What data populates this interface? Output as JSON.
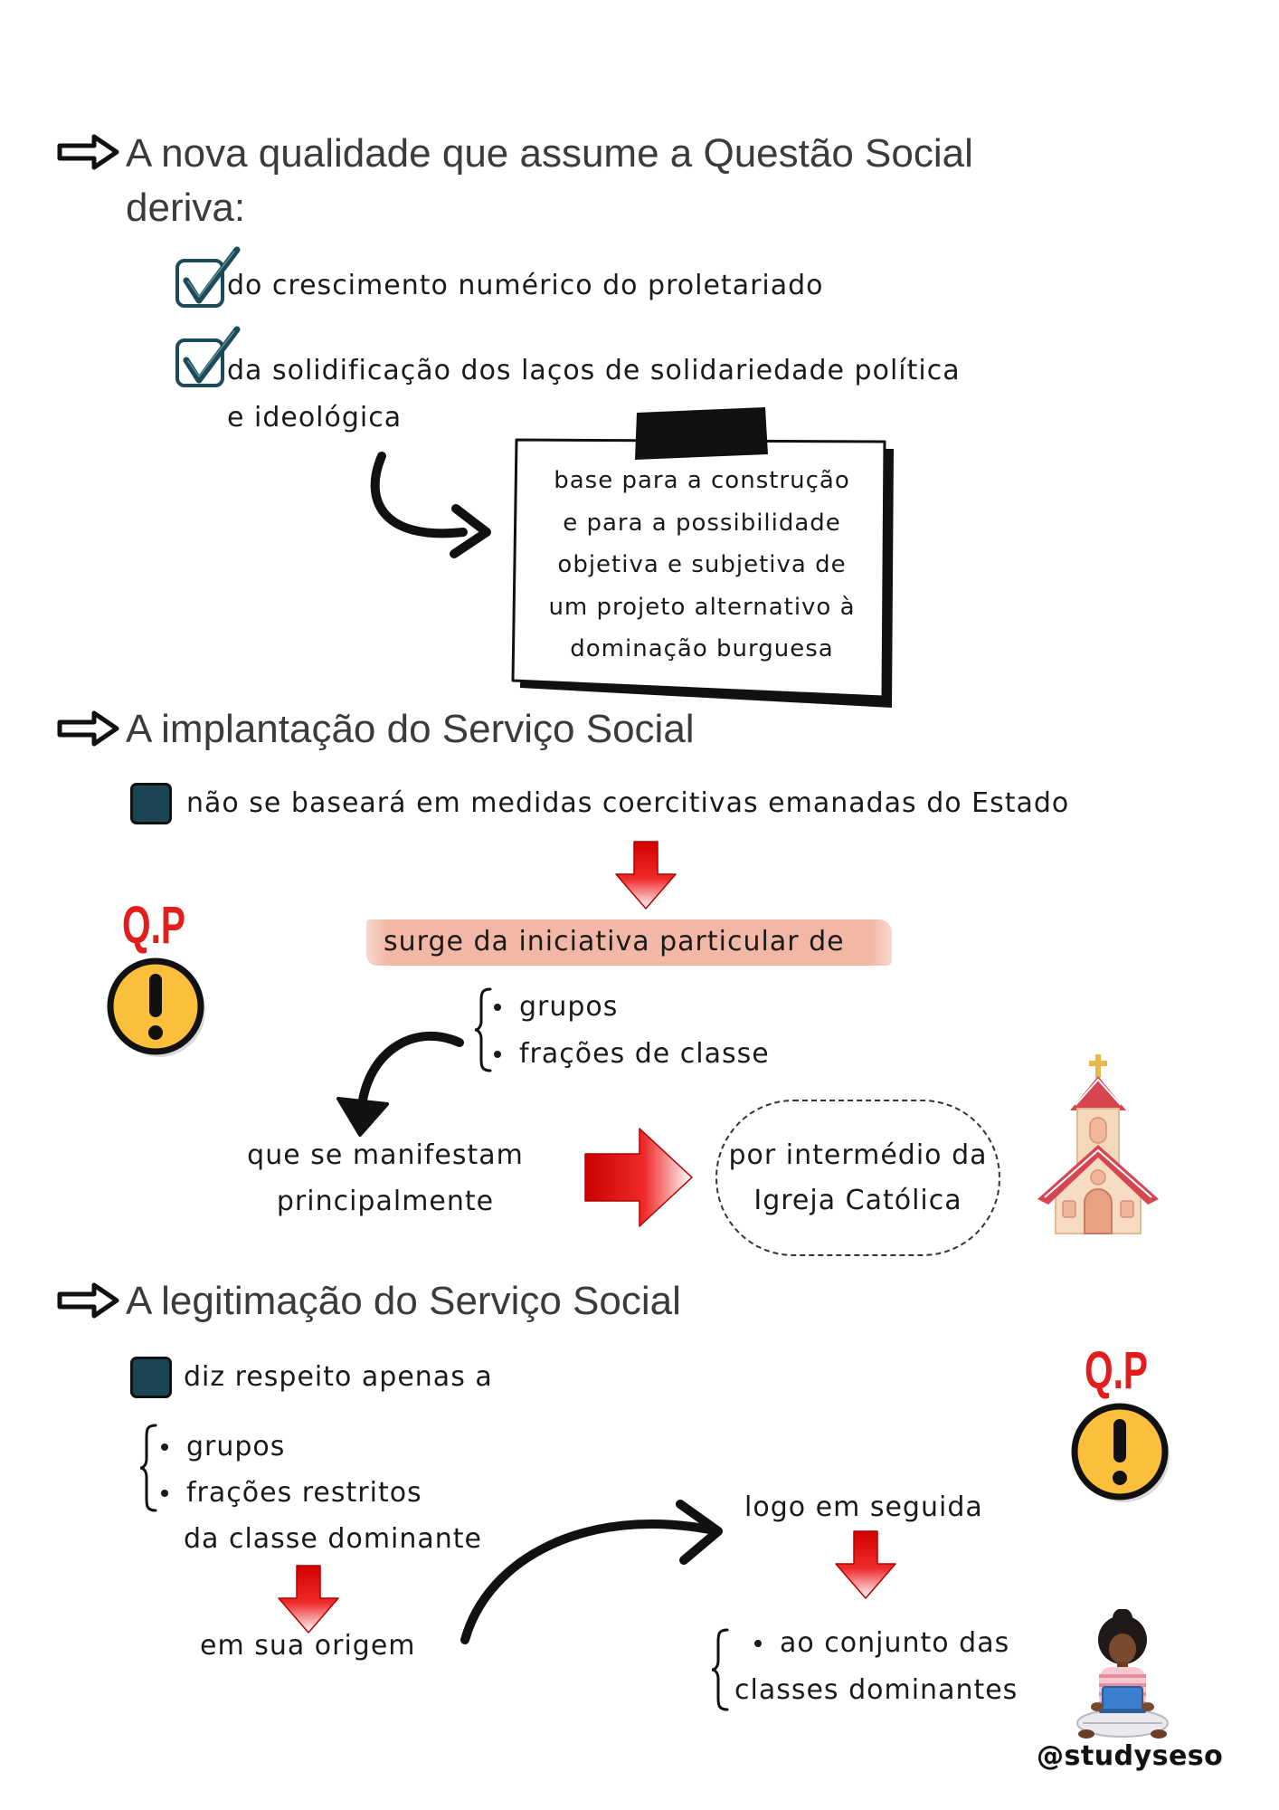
{
  "section1": {
    "heading": [
      "A nova qualidade que assume a Questão Social",
      "deriva:"
    ],
    "items": [
      {
        "lines": [
          "do crescimento numérico do proletariado"
        ]
      },
      {
        "lines": [
          "da solidificação dos laços de solidariedade política",
          "e ideológica"
        ]
      }
    ],
    "note": [
      "base para a construção",
      "e para a possibilidade",
      "objetiva e subjetiva de",
      "um projeto alternativo à",
      "dominação burguesa"
    ]
  },
  "section2": {
    "heading": "A implantação do Serviço Social",
    "item": "não se baseará em medidas coercitivas emanadas do Estado",
    "badge": "Q.P",
    "highlight": "surge da iniciativa particular de",
    "list": [
      "grupos",
      "frações de classe"
    ],
    "manifest": [
      "que se manifestam",
      "principalmente"
    ],
    "intermediary": [
      "por intermédio da",
      "Igreja Católica"
    ]
  },
  "section3": {
    "heading": "A legitimação do Serviço Social",
    "item": "diz respeito apenas a",
    "badge": "Q.P",
    "list": [
      "grupos",
      "frações restritos"
    ],
    "list_continuation": "da classe dominante",
    "origin": "em sua origem",
    "next": "logo em seguida",
    "final": {
      "bullet": "ao conjunto das",
      "continuation": "classes dominantes"
    }
  },
  "footer": {
    "handle": "@studyseso"
  },
  "icons": [
    "hollow-right-arrow-icon",
    "checkbox-checked-icon",
    "filled-square-icon",
    "red-down-arrow-icon",
    "red-right-arrow-icon",
    "curved-arrow-icon",
    "warning-icon",
    "church-icon",
    "student-avatar-icon",
    "tape-icon",
    "curly-brace-icon"
  ],
  "colors": {
    "heading_text": "#3b3b3b",
    "body_text": "#1a1a1a",
    "dark_teal": "#1b4552",
    "red_accent": "#e11d1d",
    "highlight": "#f2b8a5",
    "warning_yellow": "#fbbf3b"
  }
}
